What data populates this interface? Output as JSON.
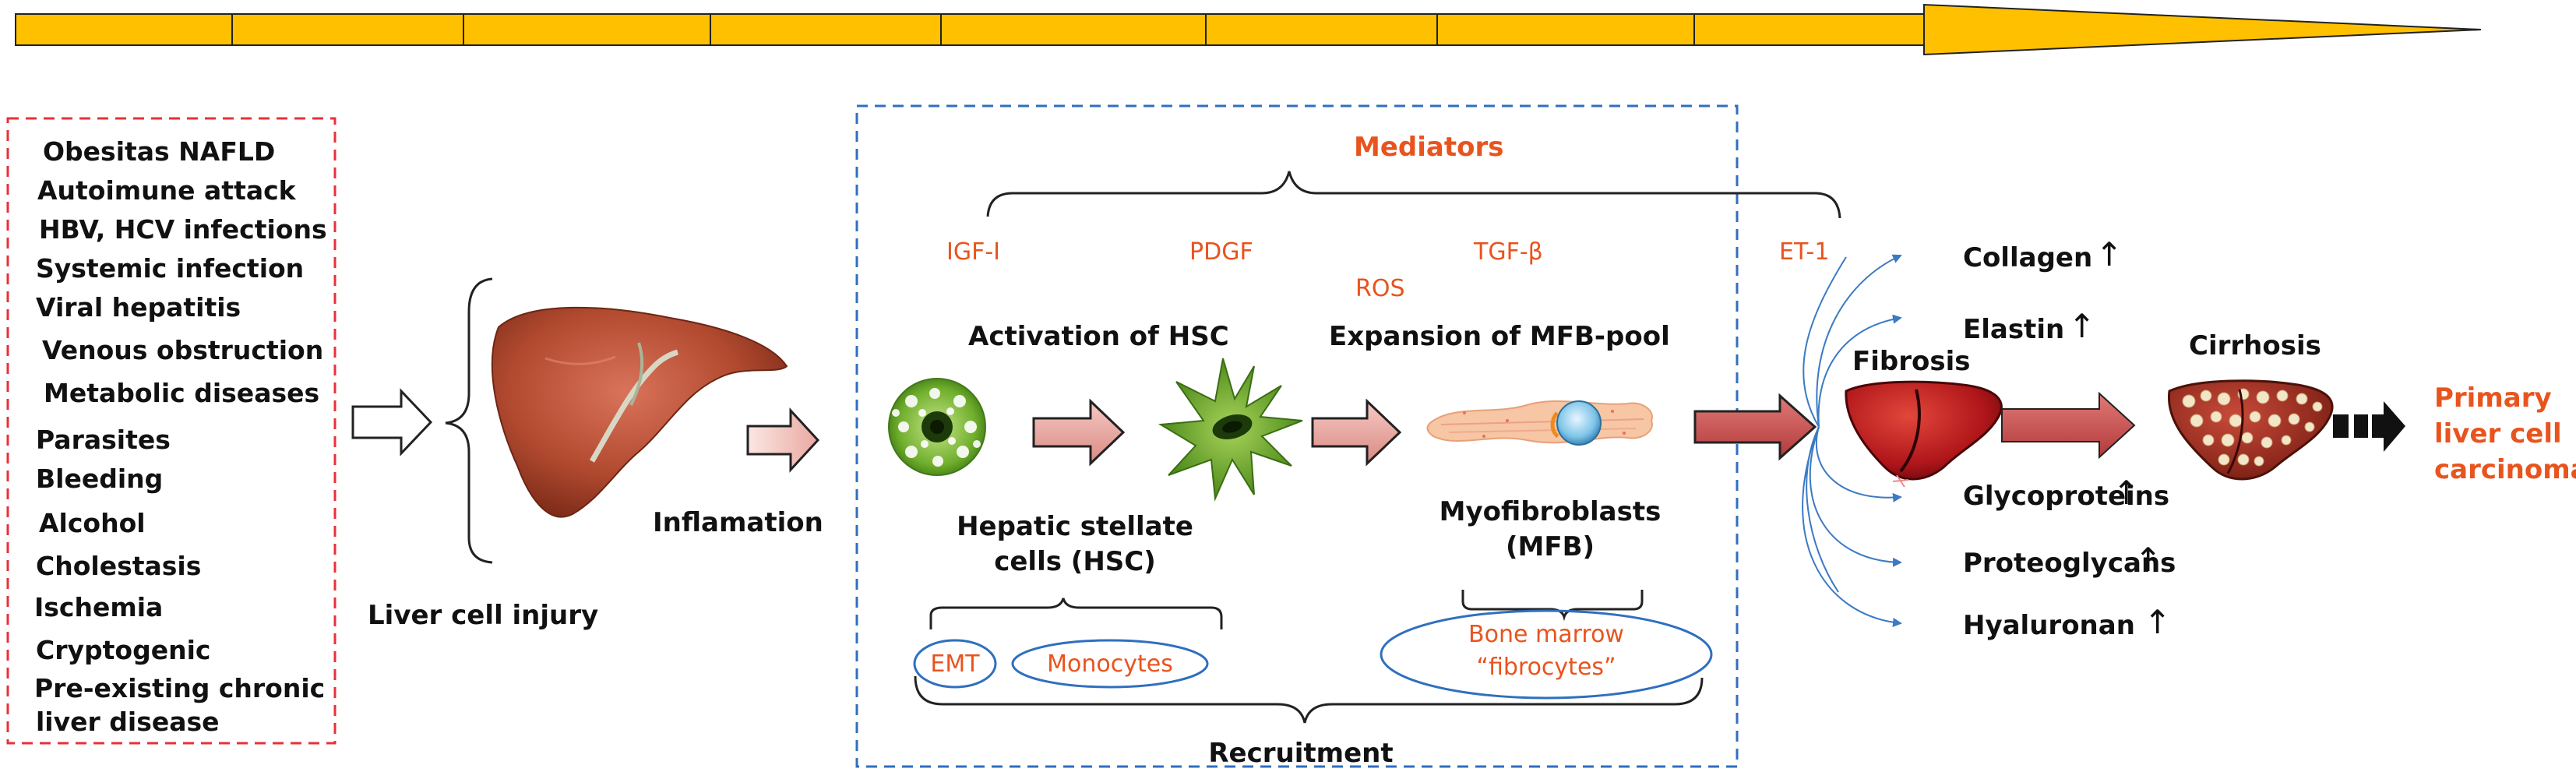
{
  "causes": [
    "Obesitas NAFLD",
    "Autoimune attack",
    "HBV, HCV infections",
    "Systemic infection",
    "Viral hepatitis",
    "Venous obstruction",
    "Metabolic diseases",
    "Parasites",
    "Bleeding",
    "Alcohol",
    "Cholestasis",
    "Ischemia",
    "Cryptogenic",
    "Pre-existing chronic",
    "liver disease"
  ],
  "liver_cell_injury": "Liver cell injury",
  "inflamation": "Inflamation",
  "mediators": {
    "title": "Mediators",
    "items": [
      "IGF-I",
      "PDGF",
      "ROS",
      "TGF-β",
      "ET-1"
    ]
  },
  "activation": "Activation of HSC",
  "expansion": "Expansion of MFB-pool",
  "hsc_label": [
    "Hepatic stellate",
    "cells (HSC)"
  ],
  "mfb_label": [
    "Myofibroblasts",
    "(MFB)"
  ],
  "emt": "EMT",
  "monocytes": "Monocytes",
  "bone_marrow": [
    "Bone marrow",
    "“fibrocytes”"
  ],
  "recruitment": "Recruitment",
  "fibrosis": "Fibrosis",
  "cirrhosis": "Cirrhosis",
  "ecm": [
    {
      "name": "Collagen",
      "arrow": "↑"
    },
    {
      "name": "Elastin",
      "arrow": "↑"
    },
    {
      "name": "Glycoproteins",
      "arrow": "↑"
    },
    {
      "name": "Proteoglycans",
      "arrow": "↑"
    },
    {
      "name": "Hyaluronan",
      "arrow": "↑"
    }
  ],
  "carcinoma": [
    "Primary",
    "liver cell",
    "carcinoma"
  ],
  "colors": {
    "accent_orange": "#e8541e",
    "timeline_fill": "#ffc000",
    "causes_border": "#e8303a",
    "mediator_border": "#2f6fbf",
    "fibrosis_arrow": "#c9484a"
  }
}
